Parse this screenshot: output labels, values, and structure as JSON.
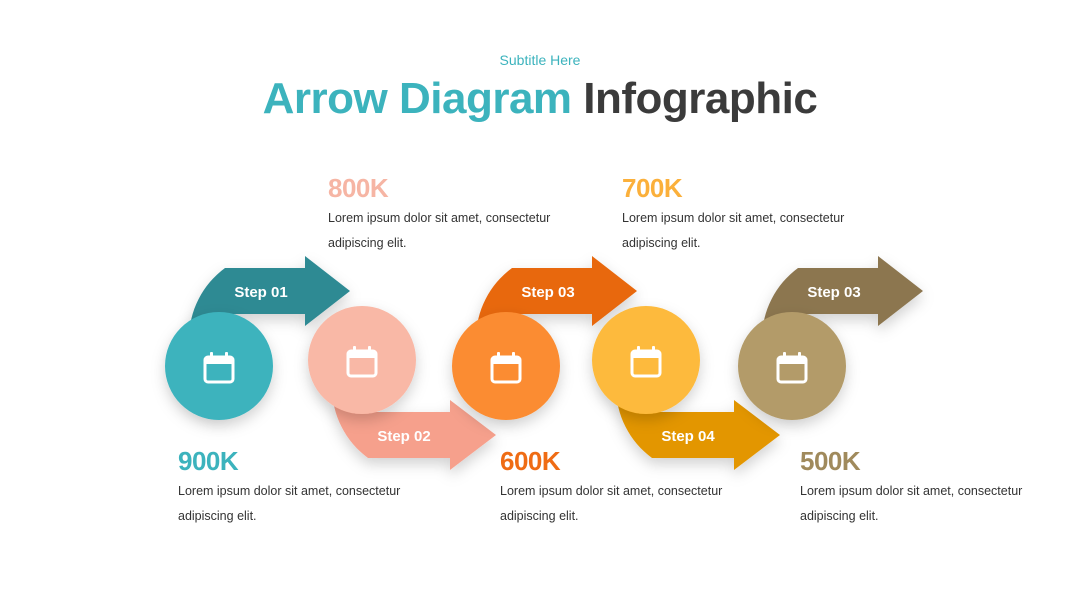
{
  "header": {
    "subtitle": "Subtitle Here",
    "title_part1": "Arrow Diagram",
    "title_part2": "Infographic"
  },
  "colors": {
    "step1_arrow": "#2e8a93",
    "step1_circle": "#3cb3bd",
    "step2_arrow": "#f6a08c",
    "step2_circle": "#f9b8a6",
    "step3_arrow": "#e8670a",
    "step3_circle": "#fb8c32",
    "step4_arrow": "#e39600",
    "step4_circle": "#fdba3c",
    "step5_arrow": "#8c7650",
    "step5_circle": "#b39b69",
    "dark_text": "#3b3b3b"
  },
  "steps": [
    {
      "label": "Step 01",
      "value": "900K",
      "desc": "Lorem ipsum dolor sit amet, consectetur adipiscing elit.",
      "icon": "calendar-icon"
    },
    {
      "label": "Step 02",
      "value": "800K",
      "desc": "Lorem ipsum dolor sit amet, consectetur adipiscing elit.",
      "icon": "calendar-icon"
    },
    {
      "label": "Step 03",
      "value": "600K",
      "desc": "Lorem ipsum dolor sit amet, consectetur adipiscing elit.",
      "icon": "calendar-icon"
    },
    {
      "label": "Step 04",
      "value": "700K",
      "desc": "Lorem ipsum dolor sit amet, consectetur adipiscing elit.",
      "icon": "calendar-icon"
    },
    {
      "label": "Step 03",
      "value": "500K",
      "desc": "Lorem ipsum dolor sit amet, consectetur adipiscing elit.",
      "icon": "calendar-icon"
    }
  ]
}
